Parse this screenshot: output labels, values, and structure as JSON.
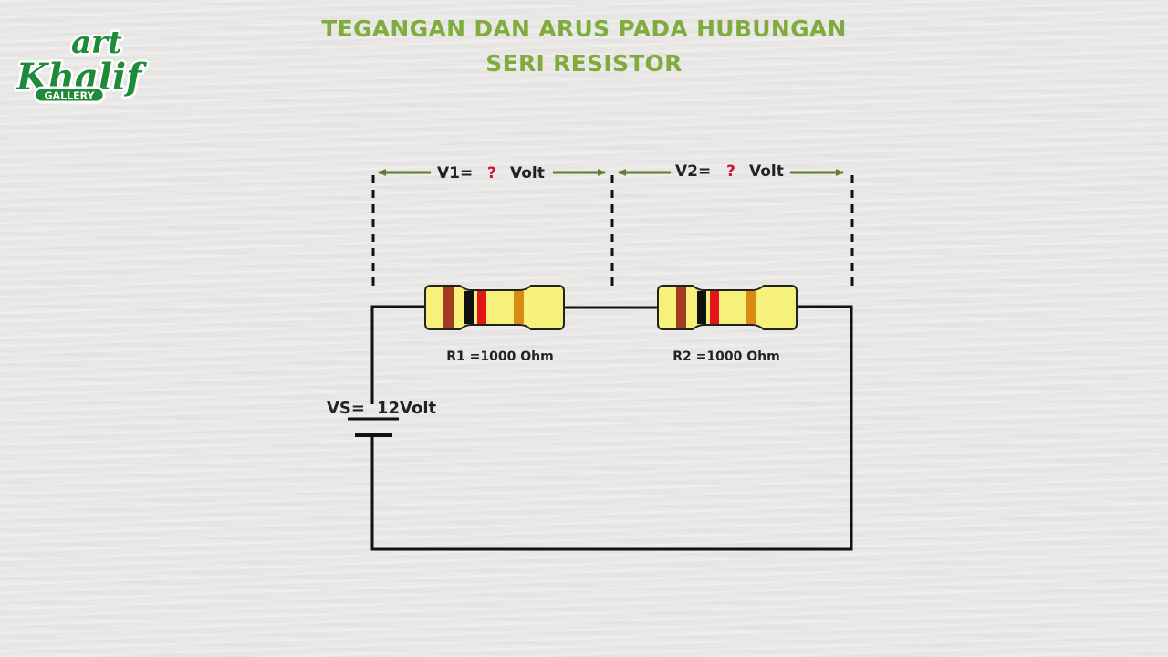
{
  "title": {
    "line1": "TEGANGAN DAN ARUS PADA HUBUNGAN",
    "line2": "SERI RESISTOR"
  },
  "logo": {
    "word1": "art",
    "word2": "Khalif",
    "word3": "GALLERY",
    "color": "#1f8a3a"
  },
  "measurements": {
    "v1": {
      "prefix": "V1=",
      "value": "?",
      "unit": "Volt"
    },
    "v2": {
      "prefix": "V2=",
      "value": "?",
      "unit": "Volt"
    }
  },
  "resistors": {
    "r1": {
      "label": "R1 =1000 Ohm",
      "bands": [
        "#a33a22",
        "#111111",
        "#e3151a",
        "#d88a12"
      ]
    },
    "r2": {
      "label": "R2 =1000 Ohm",
      "bands": [
        "#a33a22",
        "#111111",
        "#e3151a",
        "#d88a12"
      ]
    }
  },
  "source": {
    "label_prefix": "VS=",
    "label_value": "12Volt"
  },
  "colors": {
    "title_green": "#7fac3c",
    "arrow_green": "#5f7f2e",
    "question_red": "#d0102a",
    "resistor_body": "#f6f17a",
    "wire": "#111111"
  }
}
